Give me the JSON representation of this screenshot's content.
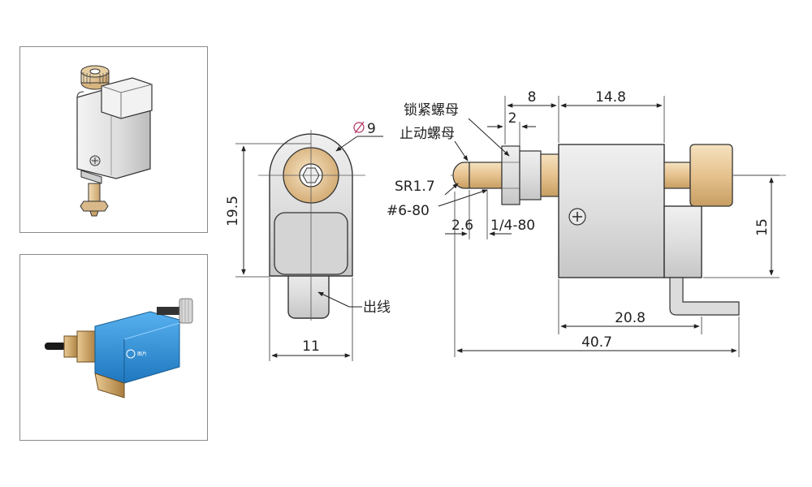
{
  "photos": {
    "top_alt": "",
    "bottom_logo": "图片"
  },
  "front_view": {
    "dim_diameter": "9",
    "dim_height": "19.5",
    "dim_width": "11",
    "label_wire_exit": "出线"
  },
  "side_view": {
    "label_lock_nut": "锁紧螺母",
    "label_stop_nut": "止动螺母",
    "label_sr": "SR1.7",
    "label_thread_small": "#6-80",
    "label_thread_large": "1/4-80",
    "dim_8": "8",
    "dim_2": "2",
    "dim_14_8": "14.8",
    "dim_2_6": "2.6",
    "dim_15": "15",
    "dim_20_8": "20.8",
    "dim_40_7": "40.7"
  },
  "colors": {
    "brass": "#e9c99a",
    "brass_dark": "#b8915a",
    "silver": "#e4e4e4",
    "silver_dark": "#b5b5b5",
    "blue": "#2e8fd6",
    "line": "#333333",
    "accent_line": "#b03060"
  }
}
